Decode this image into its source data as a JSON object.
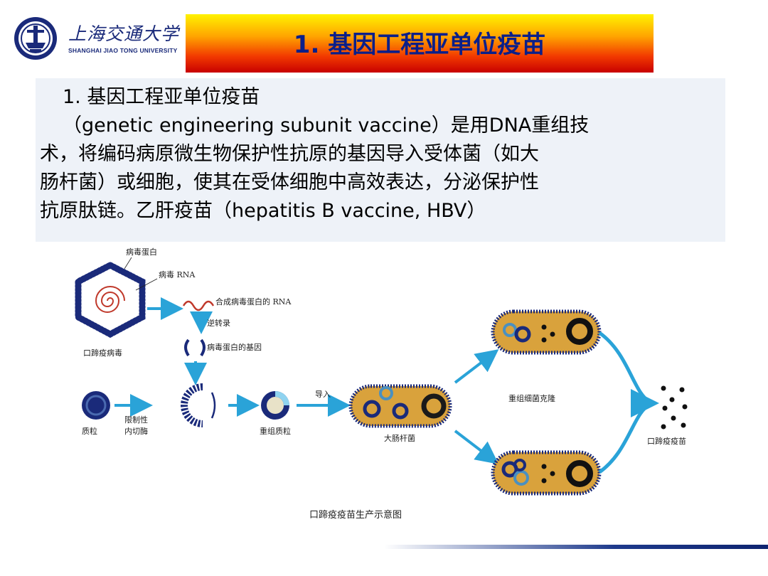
{
  "header": {
    "university_cn": "上海交通大学",
    "university_en": "SHANGHAI JIAO TONG UNIVERSITY",
    "title": "1. 基因工程亚单位疫苗"
  },
  "body": {
    "line1": "1. 基因工程亚单位疫苗",
    "line2": "（genetic engineering subunit vaccine）是用DNA重组技",
    "line3": "术，将编码病原微生物保护性抗原的基因导入受体菌（如大",
    "line4": "肠杆菌）或细胞，使其在受体细胞中高效表达，分泌保护性",
    "line5": "抗原肽链。乙肝疫苗（hepatitis B vaccine, HBV）"
  },
  "diagram": {
    "label_viral_protein": "病毒蛋白",
    "label_viral_rna": "病毒 RNA",
    "label_fmd_virus": "口蹄疫病毒",
    "label_rna_synth": "合成病毒蛋白的 RNA",
    "label_reverse": "逆转录",
    "label_gene": "病毒蛋白的基因",
    "label_plasmid": "质粒",
    "label_enzyme_1": "限制性",
    "label_enzyme_2": "内切酶",
    "label_recomb_plasmid": "重组质粒",
    "label_import": "导入",
    "label_ecoli": "大肠杆菌",
    "label_clone": "重组细菌克隆",
    "label_vaccine": "口蹄疫疫苗",
    "caption": "口蹄疫疫苗生产示意图"
  },
  "colors": {
    "title_text": "#0a1f8a",
    "text_box_bg": "#eef2f8",
    "arrow": "#2aa3d8",
    "bacteria_fill": "#d9a23c",
    "plasmid": "#1a2a7a"
  }
}
